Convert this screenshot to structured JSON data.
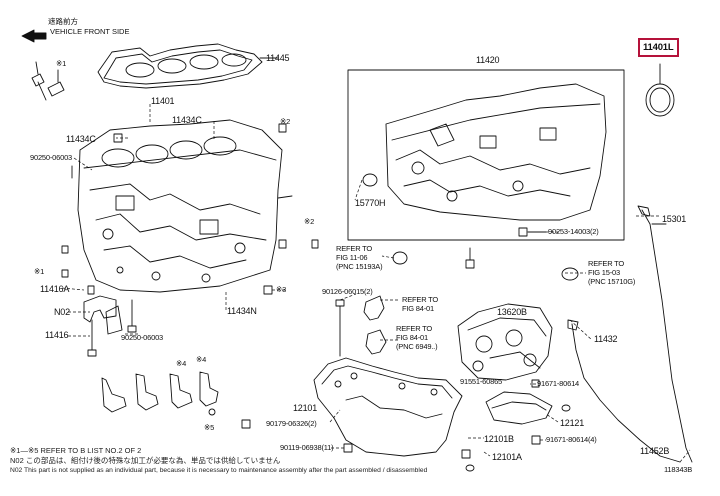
{
  "front_indicator": {
    "line1": "遮路前方",
    "line2": "VEHICLE FRONT SIDE"
  },
  "parts": {
    "p11445": "11445",
    "p11401": "11401",
    "p11434c_top": "11434C",
    "p11434c_left": "11434C",
    "p90250_top": "90250-06003",
    "p11416a": "11416A",
    "p02": "N02",
    "p11416": "11416",
    "p90250_bottom": "90250-06003",
    "p11434n": "11434N",
    "p11420": "11420",
    "p15770h": "15770H",
    "p90253": "90253-14003(2)",
    "p11401l": "11401L",
    "p15301": "15301",
    "p90126": "90126-06015(2)",
    "p13620b": "13620B",
    "p11432": "11432",
    "p91551": "91551-60865",
    "p91671_top": "91671-80614",
    "p12121": "12121",
    "p12101": "12101",
    "p90179": "90179-06326(2)",
    "p90119": "90119-06938(11)",
    "p12101b": "12101B",
    "p91671_bottom": "91671-80614(4)",
    "p12101a": "12101A",
    "p11452b": "11452B",
    "drawing_no": "118343B"
  },
  "refs": {
    "r1_l1": "REFER TO",
    "r1_l2": "FIG 11-06",
    "r1_l3": "(PNC 15193A)",
    "r2_l1": "REFER TO",
    "r2_l2": "FIG 84-01",
    "r3_l1": "REFER TO",
    "r3_l2": "FIG 84-01",
    "r3_l3": "(PNC 6949..)",
    "r4_l1": "REFER TO",
    "r4_l2": "FIG 15-03",
    "r4_l3": "(PNC 15710G)"
  },
  "markers": {
    "m1": "※1",
    "m2": "※2",
    "m3": "※3",
    "m4": "※4",
    "m5": "※5"
  },
  "notes": {
    "n1": "※1—※5  REFER TO B LIST NO.2 OF 2",
    "n2": "N02  この部品は、組付け後の特殊な加工が必要な為、単品では供給していません",
    "n3": "N02  This part is not supplied as an individual part, because it is necessary to maintenance assembly after the part assembled / disassembled"
  }
}
